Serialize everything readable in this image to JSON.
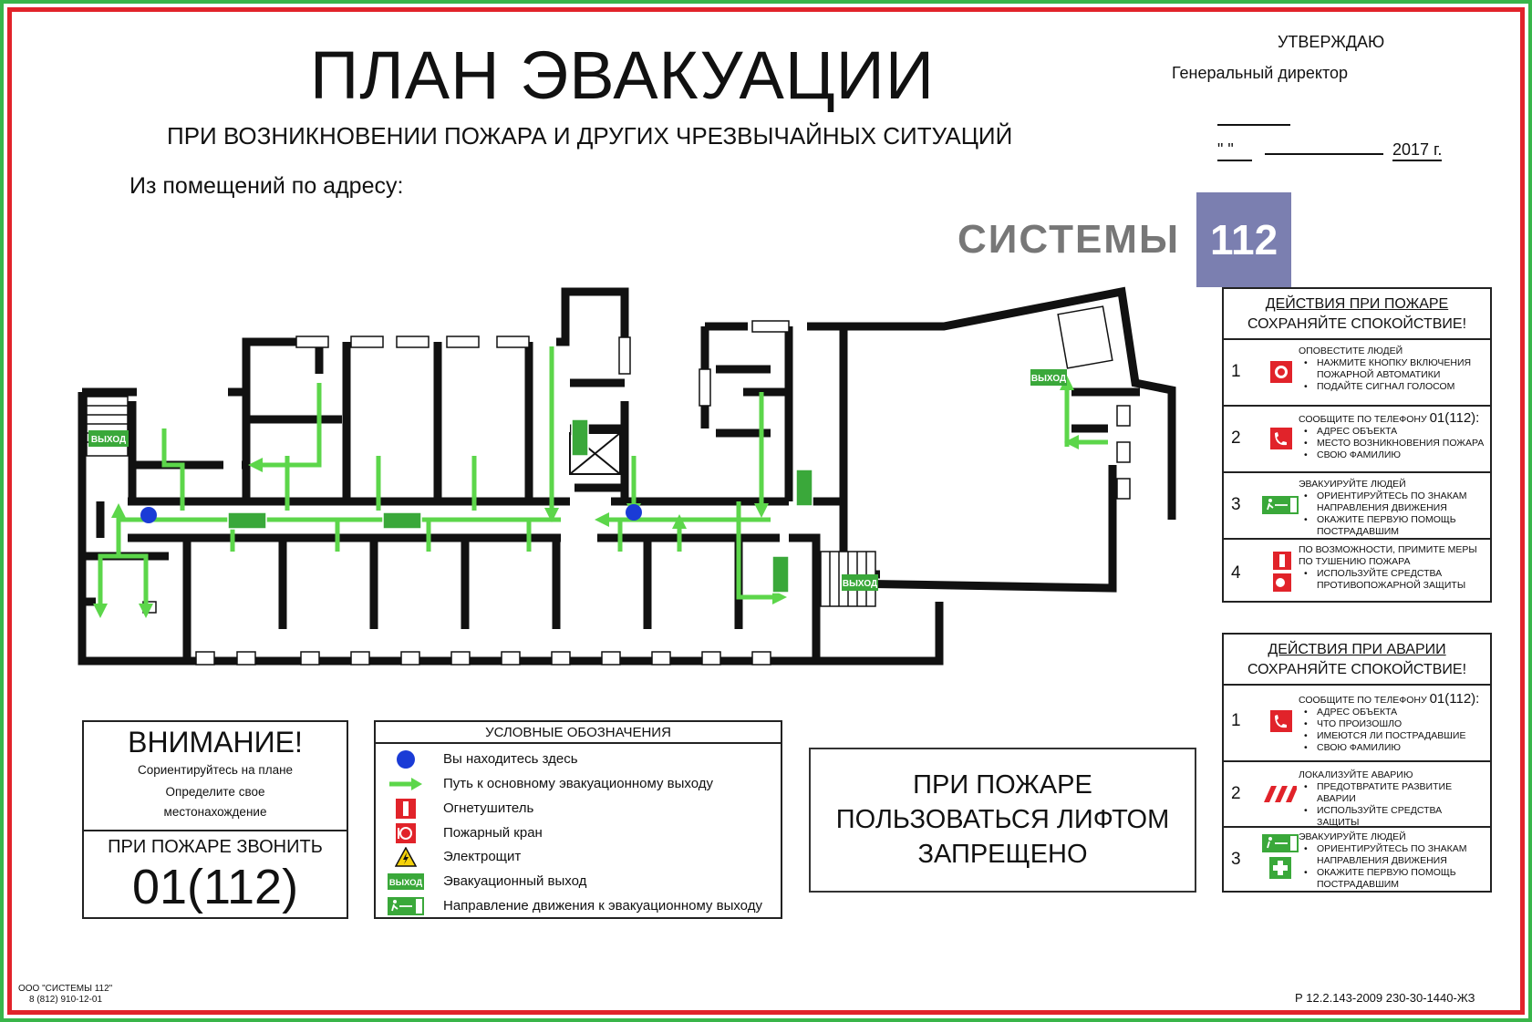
{
  "header": {
    "title": "ПЛАН ЭВАКУАЦИИ",
    "subtitle": "ПРИ ВОЗНИКНОВЕНИИ ПОЖАРА И ДРУГИХ ЧРЕЗВЫЧАЙНЫХ СИТУАЦИЙ",
    "address_label": "Из помещений по адресу:"
  },
  "approval": {
    "heading": "УТВЕРЖДАЮ",
    "role": "Генеральный директор",
    "date_quote": "\"    \"",
    "year": "2017 г."
  },
  "brand": {
    "name": "СИСТЕМЫ",
    "number": "112"
  },
  "plan": {
    "exit_label": "ВЫХОД"
  },
  "fire_panel": {
    "heading1": "ДЕЙСТВИЯ ПРИ ПОЖАРЕ",
    "heading2": "СОХРАНЯЙТЕ СПОКОЙСТВИЕ!",
    "steps": [
      {
        "num": "1",
        "icon": "fire-alarm-button-icon",
        "title": "ОПОВЕСТИТЕ ЛЮДЕЙ",
        "bullets": [
          "НАЖМИТЕ КНОПКУ ВКЛЮЧЕНИЯ ПОЖАРНОЙ АВТОМАТИКИ",
          "ПОДАЙТЕ СИГНАЛ ГОЛОСОМ"
        ]
      },
      {
        "num": "2",
        "icon": "phone-icon",
        "title": "СООБЩИТЕ ПО ТЕЛЕФОНУ",
        "phone": "01(112):",
        "bullets": [
          "АДРЕС ОБЪЕКТА",
          "МЕСТО ВОЗНИКНОВЕНИЯ ПОЖАРА",
          "СВОЮ ФАМИЛИЮ"
        ]
      },
      {
        "num": "3",
        "icon": "exit-direction-icon",
        "title": "ЭВАКУИРУЙТЕ ЛЮДЕЙ",
        "bullets": [
          "ОРИЕНТИРУЙТЕСЬ ПО ЗНАКАМ НАПРАВЛЕНИЯ ДВИЖЕНИЯ",
          "ОКАЖИТЕ ПЕРВУЮ ПОМОЩЬ ПОСТРАДАВШИМ"
        ]
      },
      {
        "num": "4",
        "icon": "extinguisher-icon",
        "title": "ПО ВОЗМОЖНОСТИ, ПРИМИТЕ МЕРЫ ПО ТУШЕНИЮ ПОЖАРА",
        "bullets": [
          "ИСПОЛЬЗУЙТЕ СРЕДСТВА ПРОТИВОПОЖАРНОЙ ЗАЩИТЫ"
        ]
      }
    ]
  },
  "accident_panel": {
    "heading1": "ДЕЙСТВИЯ ПРИ АВАРИИ",
    "heading2": "СОХРАНЯЙТЕ СПОКОЙСТВИЕ!",
    "steps": [
      {
        "num": "1",
        "icon": "phone-icon",
        "title": "СООБЩИТЕ ПО ТЕЛЕФОНУ",
        "phone": "01(112):",
        "bullets": [
          "АДРЕС ОБЪЕКТА",
          "ЧТО ПРОИЗОШЛО",
          "ИМЕЮТСЯ ЛИ ПОСТРАДАВШИЕ",
          "СВОЮ ФАМИЛИЮ"
        ]
      },
      {
        "num": "2",
        "icon": "hazard-stripes-icon",
        "title": "ЛОКАЛИЗУЙТЕ АВАРИЮ",
        "bullets": [
          "ПРЕДОТВРАТИТЕ РАЗВИТИЕ АВАРИИ",
          "ИСПОЛЬЗУЙТЕ СРЕДСТВА ЗАЩИТЫ"
        ]
      },
      {
        "num": "3",
        "icon": "exit-and-first-aid-icon",
        "title": "ЭВАКУИРУЙТЕ ЛЮДЕЙ",
        "bullets": [
          "ОРИЕНТИРУЙТЕСЬ ПО ЗНАКАМ НАПРАВЛЕНИЯ ДВИЖЕНИЯ",
          "ОКАЖИТЕ ПЕРВУЮ ПОМОЩЬ ПОСТРАДАВШИМ"
        ]
      }
    ]
  },
  "attention": {
    "title": "ВНИМАНИЕ!",
    "line1": "Сориентируйтесь на плане",
    "line2": "Определите свое",
    "line3": "местонахождение",
    "call_label": "ПРИ ПОЖАРЕ ЗВОНИТЬ",
    "number": "01(112)"
  },
  "legend": {
    "heading": "УСЛОВНЫЕ ОБОЗНАЧЕНИЯ",
    "items": [
      {
        "icon": "you-are-here-icon",
        "label": "Вы находитесь здесь"
      },
      {
        "icon": "evacuation-path-arrow-icon",
        "label": "Путь к основному эвакуационному выходу"
      },
      {
        "icon": "extinguisher-icon",
        "label": "Огнетушитель"
      },
      {
        "icon": "fire-hydrant-icon",
        "label": "Пожарный кран"
      },
      {
        "icon": "electric-panel-icon",
        "label": "Электрощит"
      },
      {
        "icon": "emergency-exit-icon",
        "label": "Эвакуационный выход"
      },
      {
        "icon": "exit-direction-icon",
        "label": "Направление движения к эвакуационному выходу"
      }
    ]
  },
  "lift_warning": {
    "line1": "ПРИ ПОЖАРЕ",
    "line2": "ПОЛЬЗОВАТЬСЯ ЛИФТОМ",
    "line3": "ЗАПРЕЩЕНО"
  },
  "footer": {
    "company": "ООО \"СИСТЕМЫ 112\"",
    "phone": "8 (812) 910-12-01",
    "code": "Р 12.2.143-2009 230-30-1440-ЖЗ"
  },
  "colors": {
    "path_green": "#5cd64a",
    "frame_green": "#39b54a",
    "frame_red": "#e1232a",
    "brand_box": "#7b7fb0",
    "marker_blue": "#1a3bd6"
  }
}
